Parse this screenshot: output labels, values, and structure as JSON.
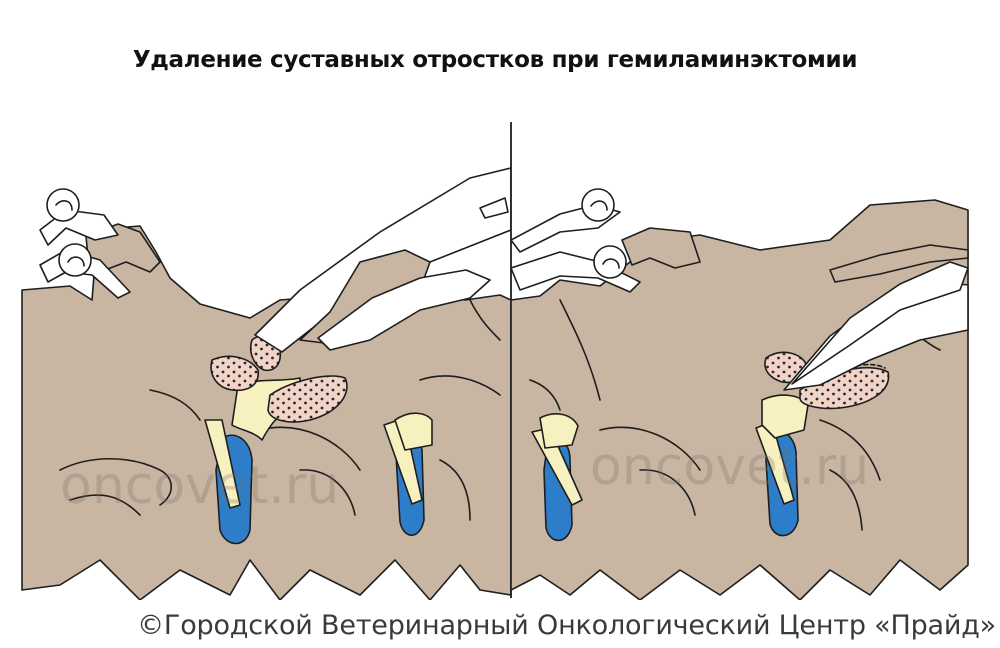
{
  "title": "Удаление суставных отростков при гемиламинэктомии",
  "watermark": "oncovet.ru",
  "copyright": "©Городской Ветеринарный Онкологический Центр «Прайд»",
  "colors": {
    "bone": "#c8b5a2",
    "outline": "#1e1e1e",
    "cancellous": "#f1d3c8",
    "yellow_tissue": "#f7f0bf",
    "spinal_cord": "#2e7dc9",
    "instrument": "#ffffff"
  },
  "icons": [
    "rongeur-instrument",
    "gelpi-retractor"
  ]
}
